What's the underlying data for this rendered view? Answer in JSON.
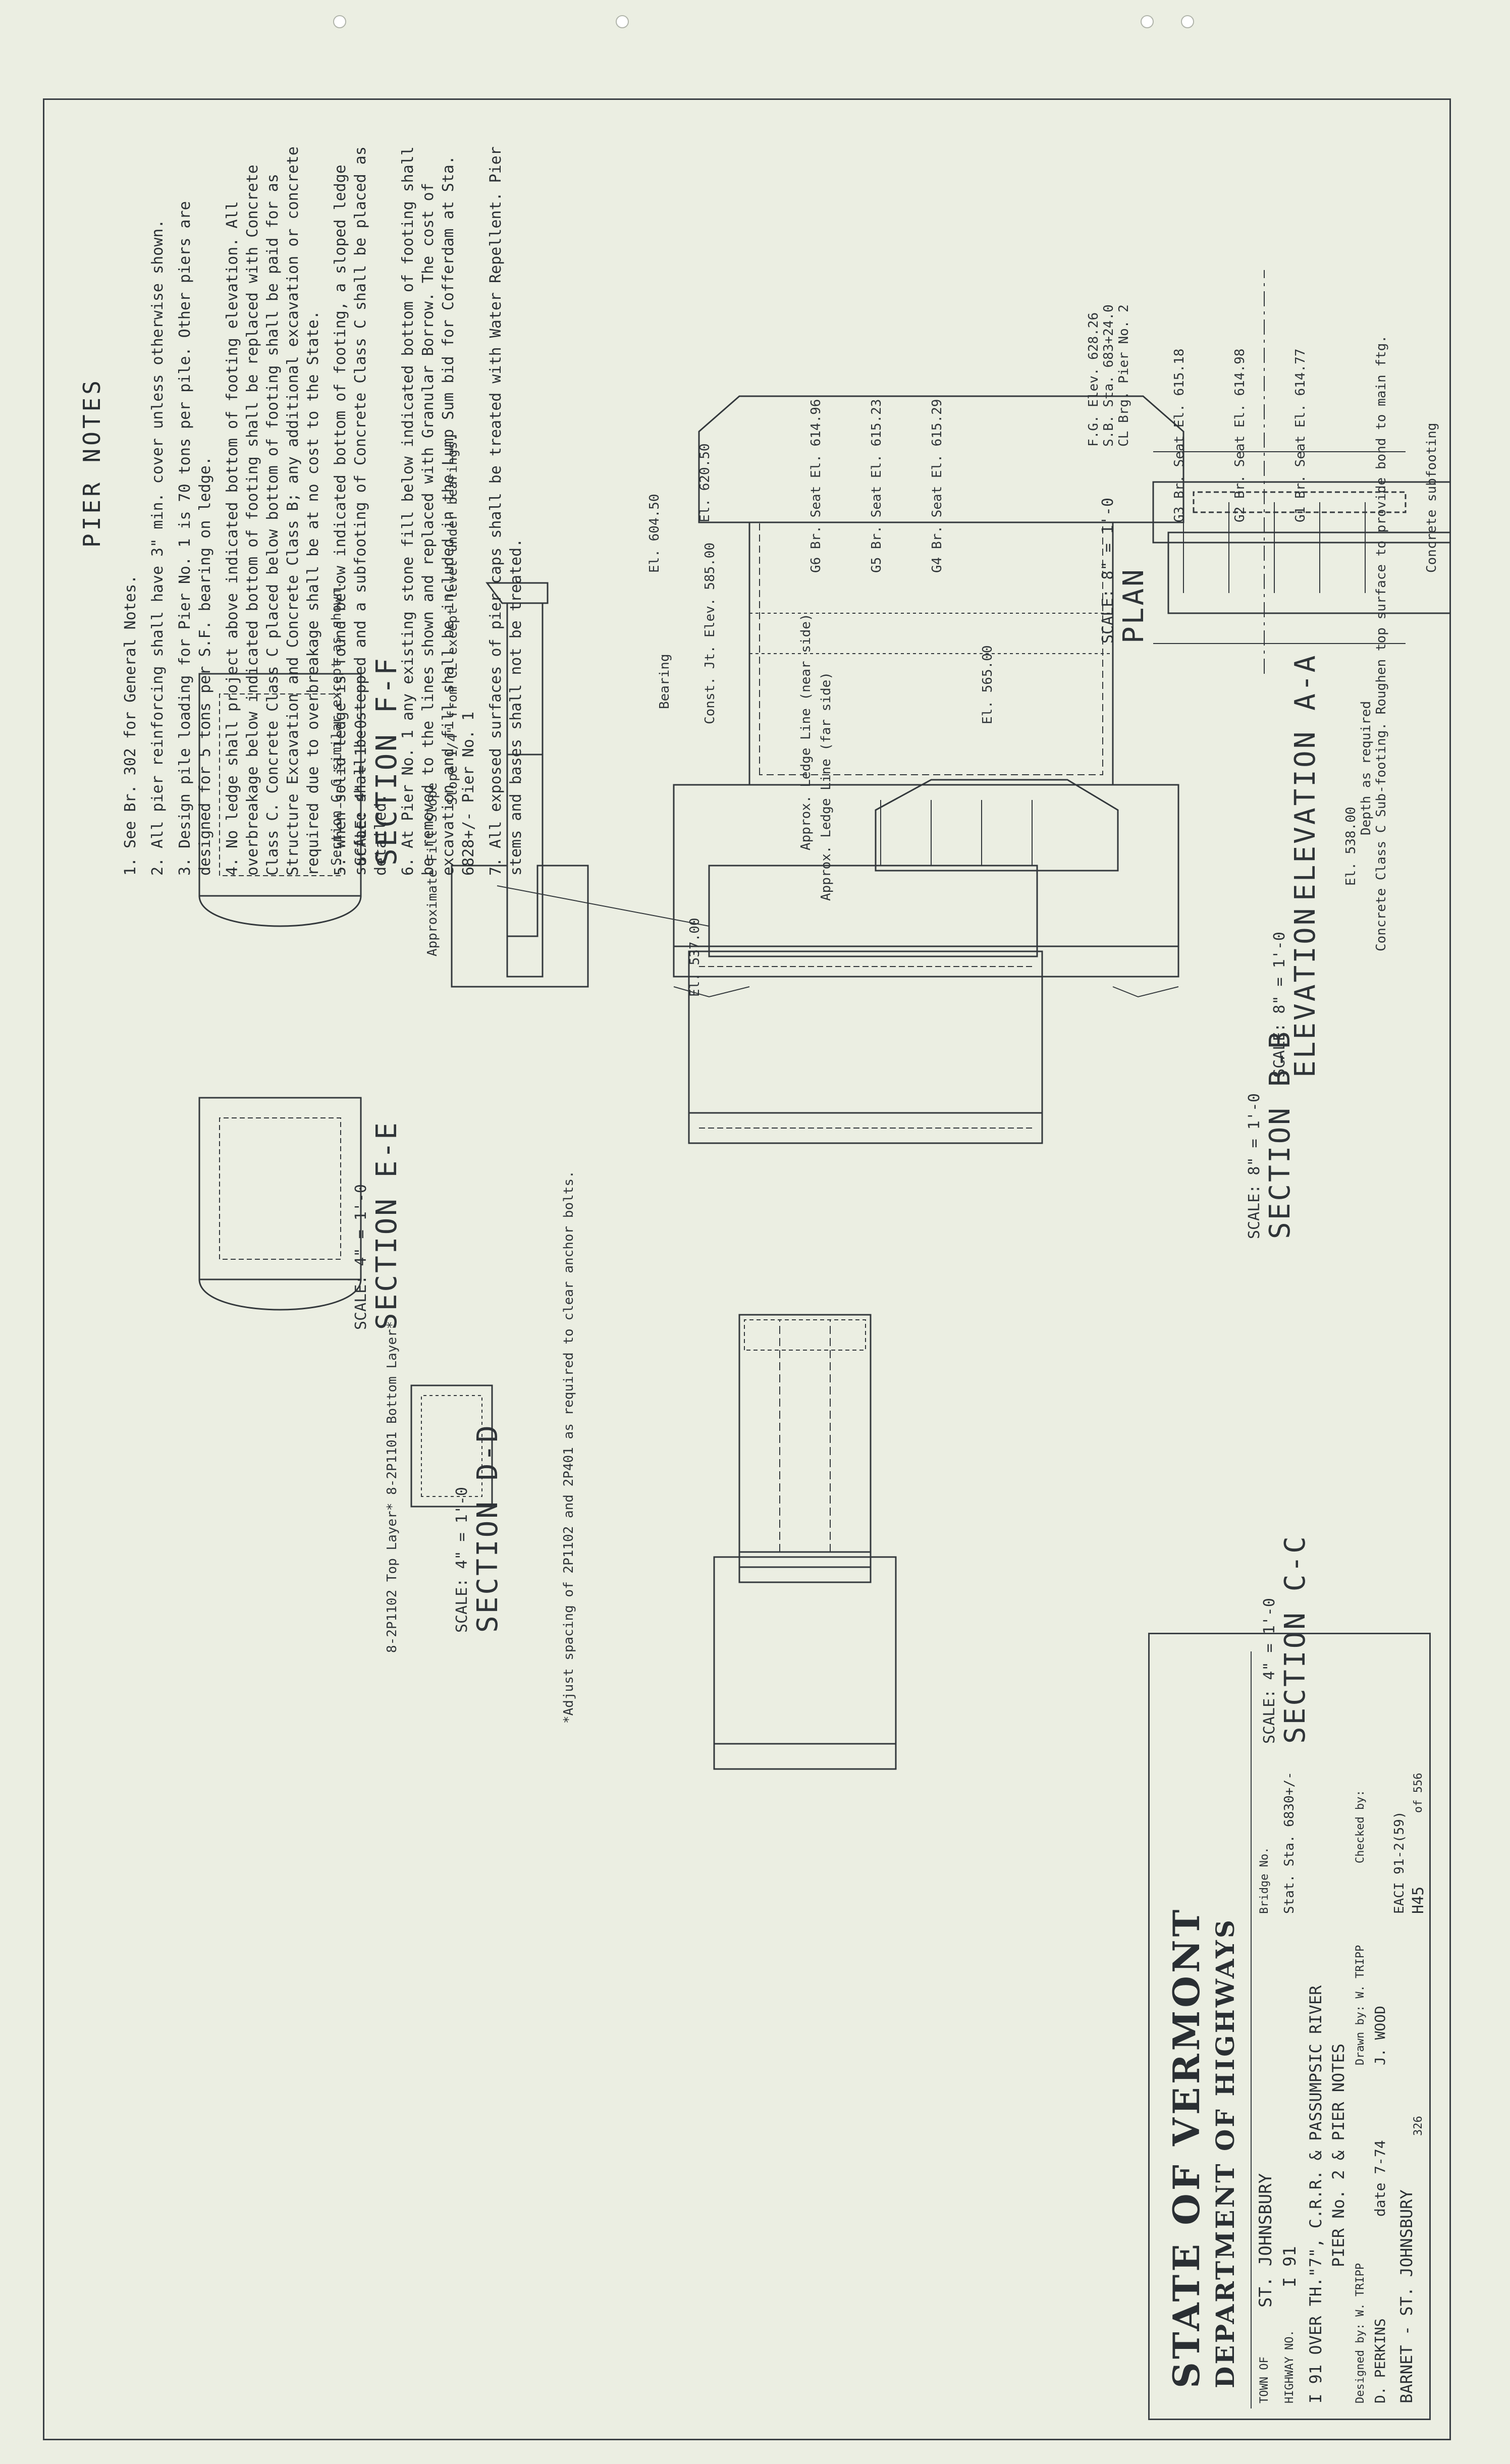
{
  "notes": {
    "title": "PIER NOTES",
    "items": [
      "1. See Br. 302 for General Notes.",
      "2. All pier reinforcing shall have 3\" min. cover unless otherwise shown.",
      "3. Design pile loading for Pier No. 1 is 70 tons per pile. Other piers are designed for 5 tons per S.F. bearing on ledge.",
      "4. No ledge shall project above indicated bottom of footing elevation. All overbreakage below indicated bottom of footing shall be replaced with Concrete Class C. Concrete Class C placed below bottom of footing shall be paid for as Structure Excavation and Concrete Class B; any additional excavation or concrete required due to overbreakage shall be at no cost to the State.",
      "5. When solid ledge is found below indicated bottom of footing, a sloped ledge surface shall be stepped and a subfooting of Concrete Class C shall be placed as detailed.",
      "6. At Pier No. 1 any existing stone fill below indicated bottom of footing shall be removed to the lines shown and replaced with Granular Borrow. The cost of excavation and fill shall be included in the Lump Sum bid for Cofferdam at Sta. 6828+/- Pier No. 1",
      "7. All exposed surfaces of pier caps shall be treated with Water Repellent. Pier stems and bases shall not be treated."
    ]
  },
  "views": {
    "plan": {
      "title": "PLAN",
      "scale": "SCALE: 8\" = 1'-0"
    },
    "elevation": {
      "title": "ELEVATION",
      "scale": "SCALE: 8\" = 1'-0"
    },
    "elevation_aa": {
      "title": "ELEVATION A-A",
      "scale": "SCALE: 8\" = 1'-0"
    },
    "section_bb": {
      "title": "SECTION B-B",
      "scale": "SCALE: 8\" = 1'-0"
    },
    "section_cc": {
      "title": "SECTION C-C",
      "scale": "SCALE: 4\" = 1'-0"
    },
    "section_dd": {
      "title": "SECTION D-D",
      "scale": "SCALE: 4\" = 1'-0"
    },
    "section_ee": {
      "title": "SECTION E-E",
      "scale": "SCALE: 4\" = 1'-0"
    },
    "section_ff": {
      "title": "SECTION F-F",
      "scale": "SCALE: 4\" = 1'-0",
      "note": "Section G-G similar except as shown."
    }
  },
  "labels": {
    "bearing": "Bearing",
    "pier_cl": "CL Brg. Pier No. 2",
    "pier_sta": "S.B. Sta. 683+24.0",
    "fg_elev": "F.G. Elev. 628.26",
    "concrete_subfooting": "Concrete subfooting",
    "el_620": "El. 620.50",
    "el_604": "El. 604.50",
    "el_565": "El. 565.00",
    "el_537": "El. 537.00",
    "el_538": "El. 538.00",
    "const_jt": "Const. Jt. Elev. 585.00",
    "g1": "G1 Br. Seat El. 614.77",
    "g2": "G2 Br. Seat El. 614.98",
    "g3": "G3 Br. Seat El. 615.18",
    "g4": "G4 Br. Seat El. 615.29",
    "g5": "G5 Br. Seat El. 615.23",
    "g6": "G6 Br. Seat El. 614.96",
    "approx_ledge_far": "Approx. Ledge Line (far side)",
    "approx_ledge_near": "Approx. Ledge Line (near side)",
    "subfooting_note": "Concrete Class C Sub-footing. Roughen top surface to provide bond to main ftg.",
    "depth_note": "Depth as required",
    "slope_note": "Slope 1/4\" from CL except level under bearings.",
    "fill_slope": "Approximate Fill Slope",
    "anchor_note": "*Adjust spacing of 2P1102 and 2P401 as required to clear anchor bolts.",
    "dd_note": "8-2P1102 Top Layer* 8-2P1101 Bottom Layer*"
  },
  "title_block": {
    "state": "STATE OF VERMONT",
    "department": "DEPARTMENT OF HIGHWAYS",
    "town_label": "TOWN OF",
    "town": "ST. JOHNSBURY",
    "highway_label": "HIGHWAY NO.",
    "highway": "I 91",
    "description": "I 91 OVER TH.\"7\", C.R.R. & PASSUMPSIC RIVER",
    "sheet_title": "PIER No. 2 & PIER NOTES",
    "bridge_label": "Bridge No.",
    "station": "Stat. Sta. 6830+/-",
    "designed": "Designed by: W. TRIPP",
    "drawn": "Drawn by: W. TRIPP",
    "checked": "Checked by:",
    "engineer": "D. PERKINS",
    "date": "date 7-74",
    "project_name": "BARNET - ST. JOHNSBURY",
    "project_no": "EACI 91-2(59)",
    "bridge_sheet": "326",
    "sheet_no": "H45",
    "sheet_of": "of 556",
    "reviewer": "J. WOOD"
  }
}
